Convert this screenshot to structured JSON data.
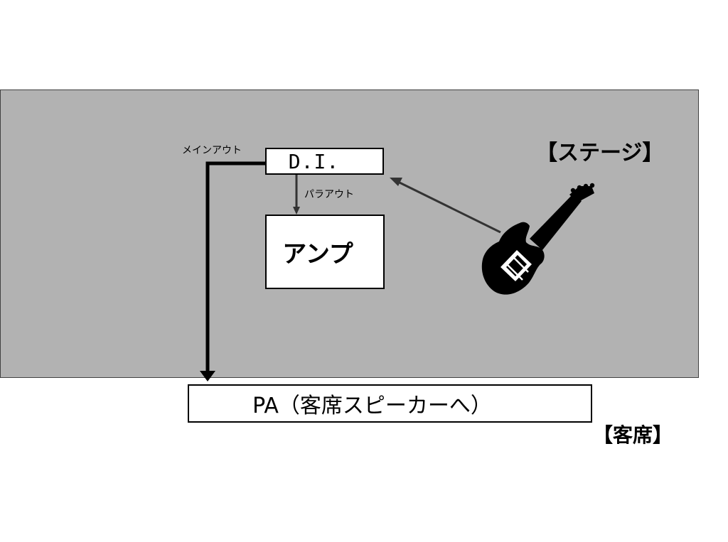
{
  "diagram": {
    "stage_label": "【ステージ】",
    "seats_label": "【客席】",
    "di_label": "D.I.",
    "amp_label": "アンプ",
    "pa_label": "PA（客席スピーカーへ）",
    "main_out_label": "メインアウト",
    "para_out_label": "パラアウト",
    "guitar_icon": "electric-guitar-icon",
    "colors": {
      "stage_fill": "#b2b2b2",
      "box_fill": "#ffffff",
      "line": "#000000",
      "guitar_arrow": "#333333"
    }
  }
}
